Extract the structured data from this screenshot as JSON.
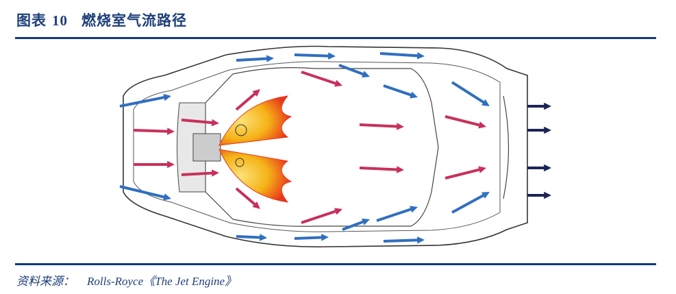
{
  "figure": {
    "label": "图表",
    "number": "10",
    "title": "燃烧室气流路径"
  },
  "source": {
    "label": "资料来源：",
    "text": "Rolls-Royce《The Jet Engine》"
  },
  "colors": {
    "accent": "#0f3b78",
    "inflow_arrow": "#2f6fc0",
    "mixing_arrow": "#c8305a",
    "exhaust_arrow": "#1c2456",
    "flame_outer": "#e8361c",
    "flame_inner": "#f7c21a"
  }
}
